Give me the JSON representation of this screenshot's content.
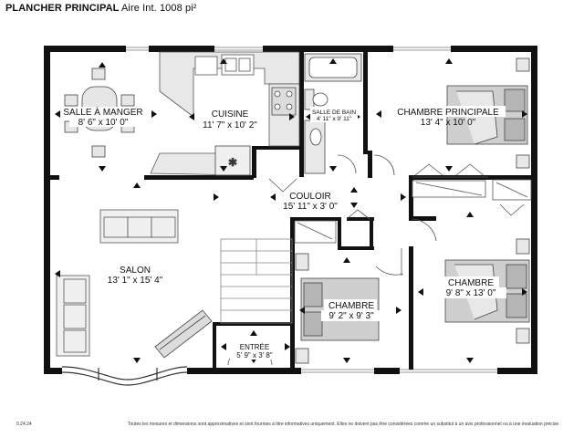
{
  "header": {
    "title": "PLANCHER PRINCIPAL",
    "area_text": "Aire Int. 1008 pi²"
  },
  "rooms": {
    "salle_a_manger": {
      "name": "SALLE À MANGER",
      "dims": "8' 6\" x 10' 0\""
    },
    "cuisine": {
      "name": "CUISINE",
      "dims": "11' 7\" x 10' 2\""
    },
    "salle_de_bain": {
      "name": "SALLE DE BAIN",
      "dims": "4' 11\" x 9' 11\""
    },
    "chambre_principale": {
      "name": "CHAMBRE PRINCIPALE",
      "dims": "13' 4\" x 10' 0\""
    },
    "couloir": {
      "name": "COULOIR",
      "dims": "15' 11\" x 3' 0\""
    },
    "salon": {
      "name": "SALON",
      "dims": "13' 1\" x 15' 4\""
    },
    "chambre_centre": {
      "name": "CHAMBRE",
      "dims": "9' 2\" x 9' 3\""
    },
    "chambre_droite": {
      "name": "CHAMBRE",
      "dims": "9' 8\" x 13' 0\""
    },
    "entree": {
      "name": "ENTRÉE",
      "dims": "5' 9\" x 3' 8\""
    }
  },
  "footer": {
    "version": "0.24.24",
    "disclaimer": "Toutes les mesures et dimensions sont approximatives et sont fournies à titre informatives uniquement. Elles ne doivent pas être considérées comme un substitut à un avis professionnel ou à une évaluation précise."
  },
  "colors": {
    "wall": "#111111",
    "fixture": "#e6e6e6",
    "bed": "#c8c8c8",
    "line": "#555555"
  }
}
